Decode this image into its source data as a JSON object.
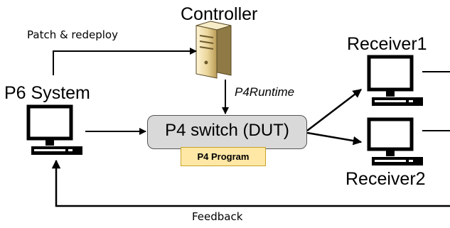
{
  "nodes": {
    "controller": "Controller",
    "p6_system": "P6 System",
    "receiver1": "Receiver1",
    "receiver2": "Receiver2",
    "switch": "P4 switch (DUT)",
    "program": "P4 Program"
  },
  "edges": {
    "patch": "Patch & redeploy",
    "runtime": "P4Runtime",
    "feedback": "Feedback"
  },
  "colors": {
    "switch_fill": "#d9d9d9",
    "program_fill": "#ffe8a6",
    "program_border": "#c9a227",
    "lines": "#000000"
  },
  "icons": {
    "controller": "server-tower-icon",
    "p6_system": "monitor-icon",
    "receiver1": "monitor-icon",
    "receiver2": "monitor-icon"
  }
}
